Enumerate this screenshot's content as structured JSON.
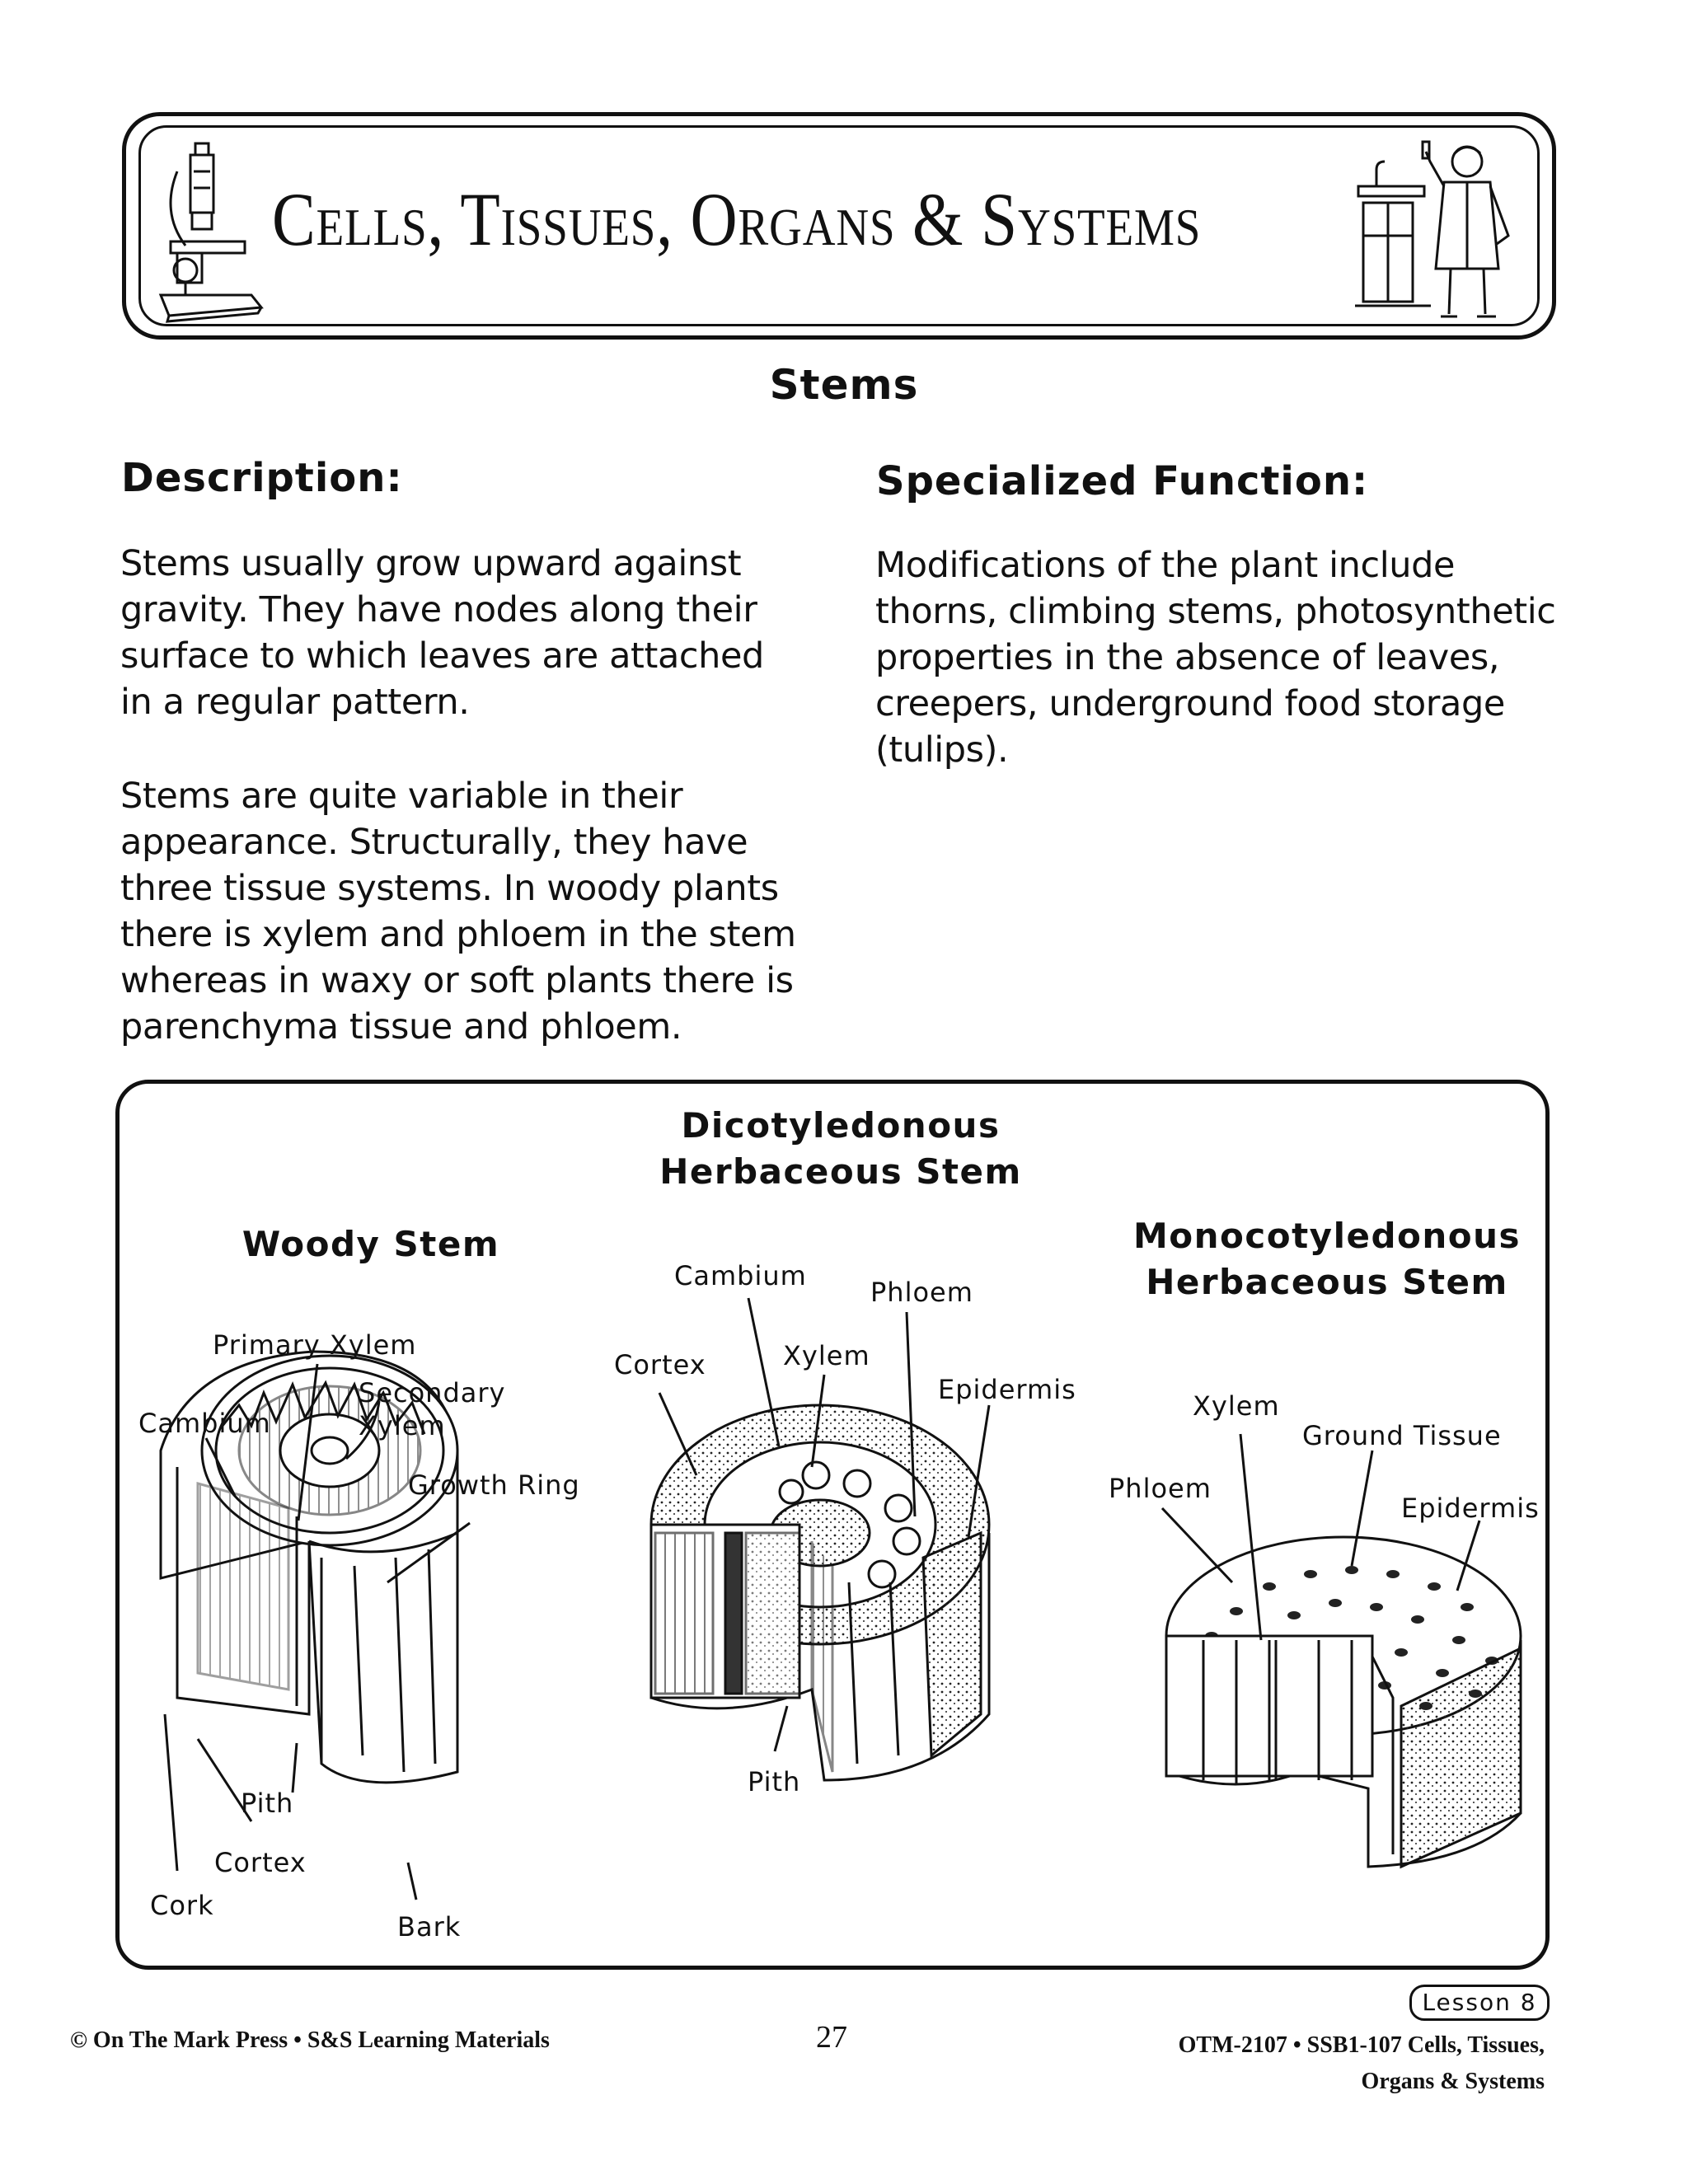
{
  "banner": {
    "title": "Cells, Tissues, Organs & Systems"
  },
  "heading": "Stems",
  "description": {
    "heading": "Description:",
    "paragraph1": "Stems usually grow upward against\ngravity.  They have nodes along their\nsurface to which leaves are attached\nin a regular pattern.",
    "paragraph2": "Stems are quite variable in their\nappearance.  Structurally, they have\nthree tissue systems.  In woody plants\nthere is xylem and phloem in the stem\nwhereas in waxy or soft plants there is\nparenchyma tissue and phloem."
  },
  "specialized_function": {
    "heading": "Specialized Function:",
    "paragraph": "Modifications of the plant include\nthorns, climbing stems, photosynthetic\nproperties in the absence of leaves,\ncreepers, underground food storage\n(tulips)."
  },
  "diagrams": {
    "woody": {
      "title": "Woody Stem",
      "labels": {
        "primary_xylem": "Primary Xylem",
        "secondary_xylem": "Secondary\n Xylem",
        "cambium": "Cambium",
        "growth_ring": "Growth Ring",
        "pith": "Pith",
        "cortex": "Cortex",
        "cork": "Cork",
        "bark": "Bark"
      }
    },
    "dicot": {
      "title": "Dicotyledonous\nHerbaceous Stem",
      "labels": {
        "cambium": "Cambium",
        "phloem": "Phloem",
        "cortex": "Cortex",
        "xylem": "Xylem",
        "epidermis": "Epidermis",
        "pith": "Pith"
      }
    },
    "monocot": {
      "title": "Monocotyledonous\nHerbaceous Stem",
      "labels": {
        "xylem": "Xylem",
        "ground_tissue": "Ground Tissue",
        "phloem": "Phloem",
        "epidermis": "Epidermis"
      }
    }
  },
  "footer": {
    "lesson": "Lesson 8",
    "left": "© On The Mark Press • S&S Learning Materials",
    "page_number": "27",
    "right": "OTM-2107 • SSB1-107 Cells, Tissues,\nOrgans & Systems"
  }
}
